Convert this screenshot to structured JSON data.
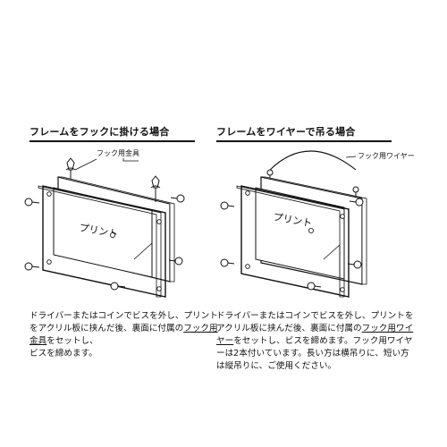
{
  "left": {
    "title": "フレームをフックに掛ける場合",
    "callout": "フック用金具",
    "print_label": "プリント",
    "instructions": [
      {
        "t": "ドライバーまたはコインでビスを外し、"
      },
      {
        "t": "プリントをアクリル板に挟んだ後、裏面"
      },
      {
        "t": "に付属の"
      },
      {
        "t": "フック用金具",
        "u": true
      },
      {
        "t": "をセットし、"
      },
      {
        "t": "ビスを締めます。"
      }
    ]
  },
  "right": {
    "title": "フレームをワイヤーで吊る場合",
    "callout": "フック用ワイヤー",
    "print_label": "プリント",
    "instructions": [
      {
        "t": "ドライバーまたはコインでビスを外し、プリント"
      },
      {
        "t": "をアクリル板に挟んだ後、裏面に付属の"
      },
      {
        "t": "フック用ワイヤー",
        "u": true
      },
      {
        "t": "をセットし、ビスを締めます。フック用ワイヤーは2本付いています。長い方は横吊りに、短い方は縦吊りに、ご使用ください。"
      }
    ]
  }
}
